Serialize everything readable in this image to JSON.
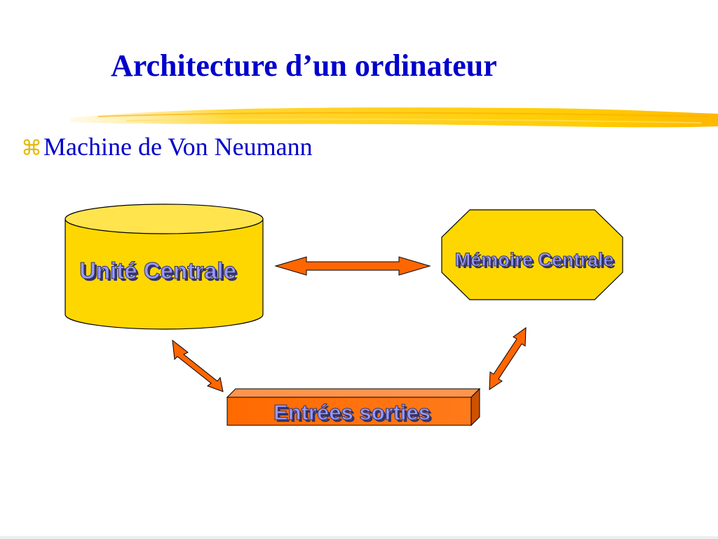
{
  "title": "Architecture d’un ordinateur",
  "bullet": {
    "glyph": "⌘",
    "text": "Machine de Von Neumann"
  },
  "diagram": {
    "nodes": {
      "cpu": {
        "label": "Unité Centrale",
        "shape": "cylinder",
        "fill": "#ffd700"
      },
      "memory": {
        "label": "Mémoire Centrale",
        "shape": "octagon",
        "fill": "#ffd700"
      },
      "io": {
        "label": "Entrées sorties",
        "shape": "3d-box",
        "fill": "#ff6600"
      }
    },
    "connections": [
      {
        "from": "cpu",
        "to": "memory",
        "direction": "both"
      },
      {
        "from": "cpu",
        "to": "io",
        "direction": "both"
      },
      {
        "from": "memory",
        "to": "io",
        "direction": "both"
      }
    ],
    "colors": {
      "title": "#0000cc",
      "accent_brush": "#ffcc00",
      "arrow": "#ff6600",
      "label_text": "#9999ff",
      "label_shadow": "#333366"
    }
  }
}
